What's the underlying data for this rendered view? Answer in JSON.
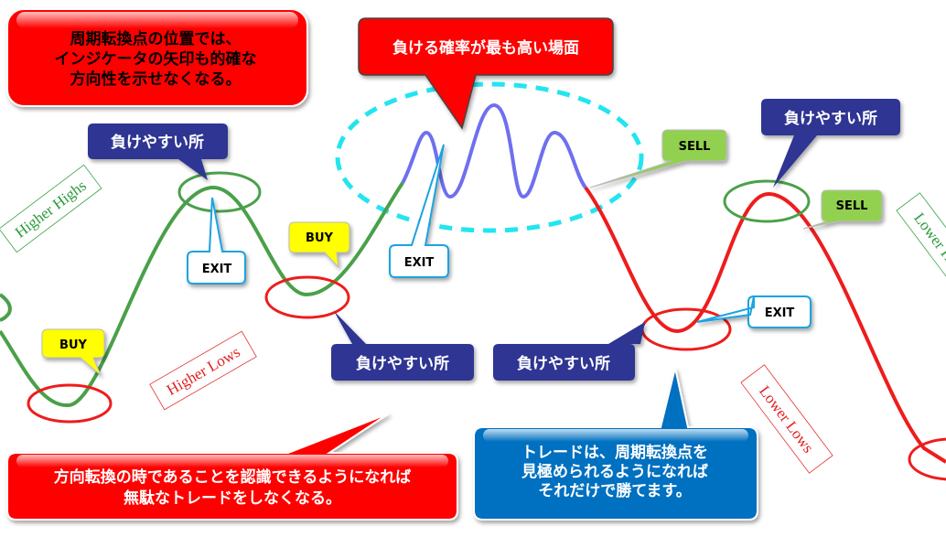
{
  "callouts": {
    "top_left": [
      "周期転換点の位置では、",
      "インジケータの矢印も的確な",
      "方向性を示せなくなる。"
    ],
    "top_center": "負ける確率が最も高い場面",
    "bottom_left": [
      "方向転換の時であることを認識できるようになれば",
      "無駄なトレードをしなくなる。"
    ],
    "bottom_right": [
      "トレードは、周期転換点を",
      "見極められるようになれば",
      "それだけで勝てます。"
    ]
  },
  "weak_points": {
    "label": "負けやすい所"
  },
  "signals": {
    "buy": "BUY",
    "sell": "SELL",
    "exit": "EXIT"
  },
  "trend_labels": {
    "higher_highs": "Higher Highs",
    "higher_lows": "Higher Lows",
    "lower_lows": "Lower Lows",
    "lower_highs": "Lower Highs"
  },
  "colors": {
    "uptrend": "#4aa04a",
    "range": "#6f6ff0",
    "downtrend": "#ee1c1c",
    "alert_red": "#ff0000",
    "navy": "#2e3592",
    "info_blue": "#0070c0",
    "buy_yellow": "#ffff00",
    "sell_green": "#92d050",
    "exit_border": "#1aa3e0",
    "highlight_cyan": "#22e5f0"
  }
}
